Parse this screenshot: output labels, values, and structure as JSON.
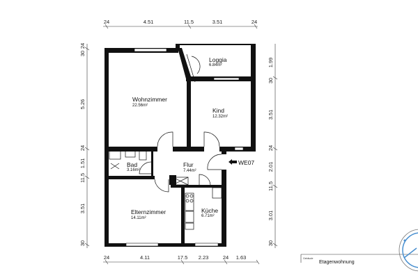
{
  "rooms": [
    {
      "name": "Wohnzimmer",
      "area": "22.56m²"
    },
    {
      "name": "Loggia",
      "area": "6.84m²"
    },
    {
      "name": "Kind",
      "area": "12.32m²"
    },
    {
      "name": "Bad",
      "area": "3.16m²"
    },
    {
      "name": "Flur",
      "area": "7.44m²"
    },
    {
      "name": "Elternzimmer",
      "area": "14.11m²"
    },
    {
      "name": "Küche",
      "area": "6.71m²"
    }
  ],
  "entrance_label": "WE07",
  "dimensions": {
    "top": [
      "24",
      "4.51",
      "11.5",
      "3.51",
      "24"
    ],
    "bottom": [
      "24",
      "4.11",
      "17.5",
      "2.23",
      "24",
      "1.63"
    ],
    "left": [
      "30",
      "24",
      "5.26",
      "24",
      "1.51",
      "11.5",
      "3.51",
      "30"
    ],
    "right": [
      "1.99",
      "30",
      "3.51",
      "24",
      "2.01",
      "11.5",
      "3.01",
      "30"
    ]
  },
  "title_block": {
    "field_label": "Gebäude",
    "value": "Etagenwohnung"
  },
  "colors": {
    "walls": "#111111",
    "stamp": "#4a90d0"
  }
}
